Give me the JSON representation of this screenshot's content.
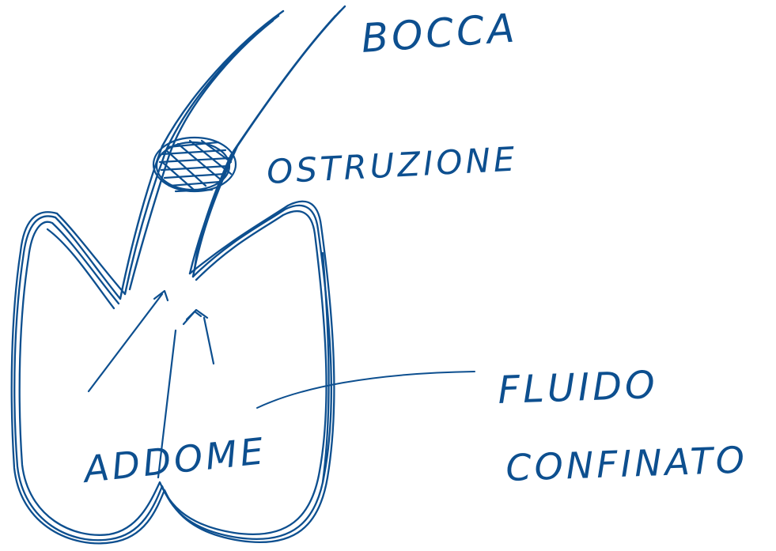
{
  "colors": {
    "ink": "#0d4f8f",
    "background": "#ffffff"
  },
  "labels": {
    "mouth": "BOCCA",
    "obstruction": "OSTRUZIONE",
    "fluid_line1": "FLUIDO",
    "fluid_line2": "CONFINATO",
    "abdomen": "ADDOME"
  }
}
